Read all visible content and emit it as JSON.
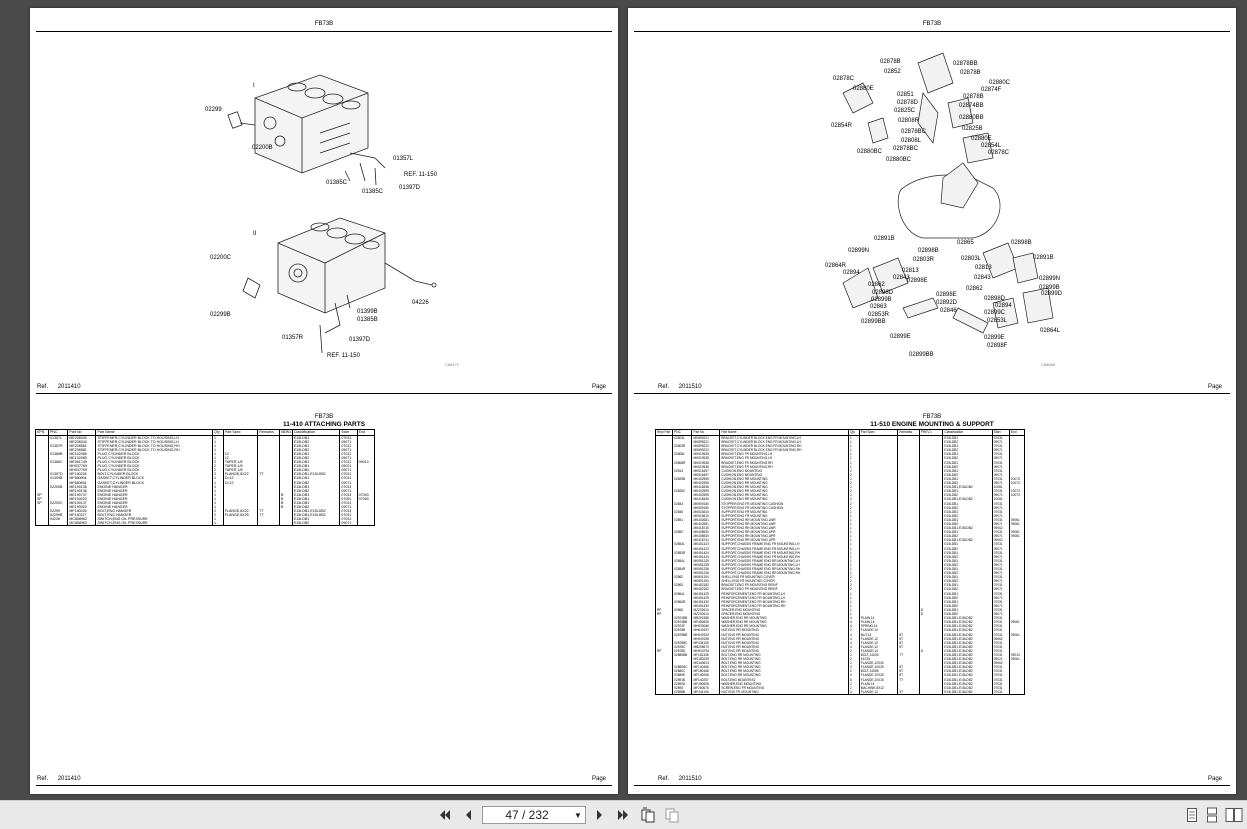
{
  "toolbar": {
    "page_indicator": "47 / 232"
  },
  "left_page": {
    "model": "FB73B",
    "ref_label": "Ref.",
    "ref_value": "2011410",
    "page_label": "Page",
    "diagram_labels": [
      "I",
      "II",
      "02299",
      "02200B",
      "01357L",
      "REF. 11-150",
      "01385C",
      "01385C",
      "01397D",
      "02200C",
      "04226",
      "02299B",
      "01399B",
      "01385B",
      "01357R",
      "01397D",
      "REF. 11-150",
      "C66171"
    ],
    "section_title": "11-410 ATTACHING PARTS",
    "columns": [
      "EPN",
      "PNC",
      "Part No",
      "Part Name",
      "Qty",
      "Part Spec",
      "Remarks",
      "NEW1",
      "Classification",
      "Start",
      "End"
    ],
    "rows": [
      [
        "",
        "01357L",
        "ME208340",
        "STIFFENER,CYLINDER BLOCK TO HOUSING,LH",
        "1",
        "",
        "",
        "",
        "E15LDB1",
        "07031",
        ""
      ],
      [
        "",
        "",
        "ME208340",
        "STIFFENER,CYLINDER BLOCK TO HOUSING,LH",
        "1",
        "",
        "",
        "",
        "E15LDB2",
        "09071",
        ""
      ],
      [
        "",
        "01357R",
        "ME208581",
        "STIFFENER,CYLINDER BLOCK TO HOUSING,RH",
        "1",
        "",
        "",
        "",
        "E15LDB1",
        "07031",
        ""
      ],
      [
        "",
        "",
        "ME208581",
        "STIFFENER,CYLINDER BLOCK TO HOUSING,RH",
        "1",
        "",
        "",
        "",
        "E15LDB2",
        "09071",
        ""
      ],
      [
        "",
        "01385B",
        "ME102085",
        "PLUG,CYLINDER BLOCK",
        "1",
        "12",
        "",
        "",
        "E15LDB1",
        "07031",
        ""
      ],
      [
        "",
        "",
        "ME102085",
        "PLUG,CYLINDER BLOCK",
        "1",
        "12",
        "",
        "",
        "E15LDB2",
        "09071",
        ""
      ],
      [
        "",
        "01385C",
        "ME061749",
        "PLUG,CYLINDER BLOCK",
        "2",
        "TAPER,1/8",
        "",
        "",
        "E15LDB1",
        "07031",
        "09013"
      ],
      [
        "",
        "",
        "MH037769",
        "PLUG,CYLINDER BLOCK",
        "2",
        "TAPER,1/8",
        "",
        "",
        "E15LDB1",
        "09021",
        ""
      ],
      [
        "",
        "",
        "MH037769",
        "PLUG,CYLINDER BLOCK",
        "2",
        "TAPER,1/8",
        "",
        "",
        "E15LDB2",
        "09071",
        ""
      ],
      [
        "",
        "01397D",
        "MF140228",
        "BOLT,CYLINDER BLOCK",
        "2",
        "FLANGE,8X22",
        "7T",
        "",
        "E15LDB1,E15LDB2",
        "07031",
        ""
      ],
      [
        "",
        "01399B",
        "MF660894",
        "GASKET,CYLINDER BLOCK",
        "1",
        "D=12",
        "",
        "",
        "E15LDB1",
        "07031",
        ""
      ],
      [
        "",
        "",
        "MF660894",
        "GASKET,CYLINDER BLOCK",
        "1",
        "D=12",
        "",
        "",
        "E15LDB2",
        "09071",
        ""
      ],
      [
        "",
        "02200B",
        "ME190136",
        "ENGINE HANGER",
        "1",
        "",
        "",
        "",
        "E15LDB1",
        "07031",
        ""
      ],
      [
        "",
        "",
        "ME190136",
        "ENGINE HANGER",
        "1",
        "",
        "",
        "",
        "E15LDB2",
        "09071",
        ""
      ],
      [
        "SP",
        "",
        "ME190747",
        "ENGINE HANGER",
        "1",
        "",
        "",
        "B",
        "E15LDB1",
        "07031",
        "07043"
      ],
      [
        "SP",
        "",
        "ME194020",
        "ENGINE HANGER",
        "1",
        "",
        "",
        "B",
        "E15LDB1",
        "07051",
        "07063"
      ],
      [
        "SP",
        "02200C",
        "ME190137",
        "ENGINE HANGER",
        "1",
        "",
        "",
        "B",
        "E15LDB1",
        "07031",
        ""
      ],
      [
        "",
        "",
        "ME190020",
        "ENGINE HANGER",
        "1",
        "",
        "",
        "B",
        "E15LDB2",
        "09071",
        ""
      ],
      [
        "",
        "02299",
        "MF140226",
        "BOLT,ENG HANGER",
        "2",
        "FLANGE,8X22",
        "7T",
        "",
        "E15LDB1,E15LDB2",
        "07031",
        ""
      ],
      [
        "",
        "02299B",
        "MF140227",
        "BOLT,ENG HANGER",
        "2",
        "FLANGE,8X25",
        "7T",
        "",
        "E15LDB1,E15LDB2",
        "07031",
        ""
      ],
      [
        "",
        "04226",
        "MC858962",
        "SWITCH,ENG OIL PRESSURE",
        "1",
        "",
        "",
        "",
        "E15LDB1",
        "07031",
        ""
      ],
      [
        "",
        "",
        "MC858962",
        "SWITCH,ENG OIL PRESSURE",
        "1",
        "",
        "",
        "",
        "E15LDB2",
        "09071",
        ""
      ]
    ]
  },
  "right_page": {
    "model": "FB73B",
    "ref_label": "Ref.",
    "ref_value": "2011510",
    "page_label": "Page",
    "diagram_labels": [
      "02878B",
      "02878BB",
      "02852",
      "02878B",
      "02878C",
      "02880C",
      "02880E",
      "02874F",
      "02851",
      "02878B",
      "02878D",
      "02874BB",
      "02825C",
      "02880BB",
      "02808R",
      "02854R",
      "02825B",
      "02878BC",
      "02880E",
      "02808L",
      "02854L",
      "02880BC",
      "02878BC",
      "02878C",
      "02880BC",
      "02891B",
      "02865",
      "02898B",
      "02899N",
      "02898B",
      "02891B",
      "02864R",
      "02803R",
      "02803L",
      "02894",
      "02813",
      "02813",
      "02843",
      "02843",
      "02862",
      "02899N",
      "02898E",
      "02899B",
      "02898D",
      "02862",
      "02899D",
      "02899B",
      "02898E",
      "02898D",
      "02863",
      "02892D",
      "02894",
      "02846",
      "02899C",
      "02853R",
      "02853L",
      "02899BB",
      "02864L",
      "02899E",
      "02899E",
      "02898F",
      "02899BB",
      "C86665"
    ],
    "section_title": "11-510 ENGINE MOUNTING & SUPPORT",
    "columns": [
      "Repl Part",
      "PNC",
      "Part No",
      "Part Name",
      "Qty",
      "Part Spec",
      "Remarks",
      "PREV.1",
      "Classification",
      "Start",
      "End"
    ],
    "rows": [
      [
        "",
        "02803L",
        "MK899221",
        "BRACKET,CYLINDER BLOCK ENG FR MOUNTING,LH",
        "1",
        "",
        "",
        "",
        "E15LDB1",
        "07031",
        ""
      ],
      [
        "",
        "",
        "MK899221",
        "BRACKET,CYLINDER BLOCK ENG FR MOUNTING,LH",
        "1",
        "",
        "",
        "",
        "E15LDB2",
        "09071",
        ""
      ],
      [
        "",
        "02803R",
        "MK899222",
        "BRACKET,CYLINDER BLOCK ENG FR MOUNTING,RH",
        "1",
        "",
        "",
        "",
        "E15LDB1",
        "07031",
        ""
      ],
      [
        "",
        "",
        "MK899222",
        "BRACKET,CYLINDER BLOCK ENG FR MOUNTING,RH",
        "1",
        "",
        "",
        "",
        "E15LDB2",
        "09071",
        ""
      ],
      [
        "",
        "02808L",
        "MK519535",
        "BRACKET,ENG FR MOUNTING,LH",
        "1",
        "",
        "",
        "",
        "E15LDB1",
        "07031",
        ""
      ],
      [
        "",
        "",
        "MK519535",
        "BRACKET,ENG FR MOUNTING,LH",
        "1",
        "",
        "",
        "",
        "E15LDB2",
        "09071",
        ""
      ],
      [
        "",
        "02808R",
        "MK519536",
        "BRACKET,ENG FR MOUNTING,RH",
        "1",
        "",
        "",
        "",
        "E15LDB1",
        "07031",
        ""
      ],
      [
        "",
        "",
        "MK519536",
        "BRACKET,ENG FR MOUNTING,RH",
        "1",
        "",
        "",
        "",
        "E15LDB2",
        "09071",
        ""
      ],
      [
        "",
        "02813",
        "MK516497",
        "CUSHION,ENG MOUNTING",
        "2",
        "",
        "",
        "",
        "E15LDB1",
        "07031",
        ""
      ],
      [
        "",
        "",
        "MK516497",
        "CUSHION,ENG MOUNTING",
        "2",
        "",
        "",
        "",
        "E15LDB2",
        "09071",
        ""
      ],
      [
        "",
        "02825B",
        "MK402595",
        "CUSHION,ENG RR MOUNTING",
        "2",
        "",
        "",
        "",
        "E15LDB1",
        "07031",
        "10073"
      ],
      [
        "",
        "",
        "MK402595",
        "CUSHION,ENG RR MOUNTING",
        "2",
        "",
        "",
        "",
        "E15LDB2",
        "09071",
        "10073"
      ],
      [
        "",
        "",
        "MK418436",
        "CUSHION,ENG RR MOUNTING",
        "2",
        "",
        "",
        "",
        "E15LDB1,E15LDB2",
        "10081",
        ""
      ],
      [
        "",
        "02825C",
        "MK402595",
        "CUSHION,ENG RR MOUNTING",
        "2",
        "",
        "",
        "",
        "E15LDB1",
        "07031",
        "10073"
      ],
      [
        "",
        "",
        "MK402595",
        "CUSHION,ENG RR MOUNTING",
        "2",
        "",
        "",
        "",
        "E15LDB2",
        "09071",
        "10073"
      ],
      [
        "",
        "",
        "MK418436",
        "CUSHION,ENG RR MOUNTING",
        "2",
        "",
        "",
        "",
        "E15LDB1,E15LDB2",
        "10081",
        ""
      ],
      [
        "",
        "02843",
        "MK509180",
        "STOPPER,ENG FR MOUNTING CUSHION",
        "2",
        "",
        "",
        "",
        "E15LDB1",
        "07031",
        ""
      ],
      [
        "",
        "",
        "MK509180",
        "STOPPER,ENG FR MOUNTING CUSHION",
        "2",
        "",
        "",
        "",
        "E15LDB2",
        "09071",
        ""
      ],
      [
        "",
        "02846",
        "MK516510",
        "SUPPORT,ENG FR MOUNTING",
        "1",
        "",
        "",
        "",
        "E15LDB1",
        "07031",
        ""
      ],
      [
        "",
        "",
        "MK516510",
        "SUPPORT,ENG FR MOUNTING",
        "1",
        "",
        "",
        "",
        "E15LDB2",
        "09071",
        ""
      ],
      [
        "",
        "02851",
        "MK402681",
        "SUPPORT,ENG RR MOUNTING,LWR",
        "1",
        "",
        "",
        "",
        "E15LDB1",
        "07031",
        "09061"
      ],
      [
        "",
        "",
        "MK402681",
        "SUPPORT,ENG RR MOUNTING,LWR",
        "1",
        "",
        "",
        "",
        "E15LDB2",
        "09071",
        "09061"
      ],
      [
        "",
        "",
        "MK418730",
        "SUPPORT,ENG RR MOUNTING,LWR",
        "1",
        "",
        "",
        "",
        "E15LDB1,E15LDB2",
        "09062",
        ""
      ],
      [
        "",
        "02852",
        "MK408530",
        "SUPPORT,ENG RR MOUNTING,UPR",
        "1",
        "",
        "",
        "",
        "E15LDB1",
        "07031",
        "09061"
      ],
      [
        "",
        "",
        "MK408530",
        "SUPPORT,ENG RR MOUNTING,UPR",
        "1",
        "",
        "",
        "",
        "E15LDB2",
        "09071",
        "09061"
      ],
      [
        "",
        "",
        "MK418741",
        "SUPPORT,ENG RR MOUNTING,UPR",
        "1",
        "",
        "",
        "",
        "E15LDB1,E15LDB2",
        "09062",
        ""
      ],
      [
        "",
        "02853L",
        "MK451423",
        "SUPPORT,CHASSIS FRAME ENG FR MOUNTING,LH",
        "1",
        "",
        "",
        "",
        "E15LDB1",
        "07031",
        ""
      ],
      [
        "",
        "",
        "MK451423",
        "SUPPORT,CHASSIS FRAME ENG FR MOUNTING,LH",
        "1",
        "",
        "",
        "",
        "E15LDB2",
        "09071",
        ""
      ],
      [
        "",
        "02853R",
        "MK451424",
        "SUPPORT,CHASSIS FRAME ENG FR MOUNTING,RH",
        "1",
        "",
        "",
        "",
        "E15LDB1",
        "07031",
        ""
      ],
      [
        "",
        "",
        "MK451424",
        "SUPPORT,CHASSIS FRAME ENG FR MOUNTING,RH",
        "1",
        "",
        "",
        "",
        "E15LDB2",
        "09071",
        ""
      ],
      [
        "",
        "02854L",
        "MK551235",
        "SUPPORT,CHASSIS FRAME ENG RR MOUNTING,LH",
        "1",
        "",
        "",
        "",
        "E15LDB1",
        "07031",
        ""
      ],
      [
        "",
        "",
        "MK551235",
        "SUPPORT,CHASSIS FRAME ENG RR MOUNTING,LH",
        "1",
        "",
        "",
        "",
        "E15LDB2",
        "09071",
        ""
      ],
      [
        "",
        "02854R",
        "MK551236",
        "SUPPORT,CHASSIS FRAME ENG RR MOUNTING,RH",
        "1",
        "",
        "",
        "",
        "E15LDB1",
        "07031",
        ""
      ],
      [
        "",
        "",
        "MK551236",
        "SUPPORT,CHASSIS FRAME ENG RR MOUNTING,RH",
        "1",
        "",
        "",
        "",
        "E15LDB2",
        "09071",
        ""
      ],
      [
        "",
        "02862",
        "MK801194",
        "SHELL,ENG FR MOUNTING COVER",
        "2",
        "",
        "",
        "",
        "E15LDB1",
        "07031",
        ""
      ],
      [
        "",
        "",
        "MK801194",
        "SHELL,ENG FR MOUNTING COVER",
        "2",
        "",
        "",
        "",
        "E15LDB2",
        "09071",
        ""
      ],
      [
        "",
        "02863",
        "MK452182",
        "BRACKET,ENG FR MOUNTING REINF",
        "2",
        "",
        "",
        "",
        "E15LDB1",
        "07031",
        ""
      ],
      [
        "",
        "",
        "MK452182",
        "BRACKET,ENG FR MOUNTING REINF",
        "2",
        "",
        "",
        "",
        "E15LDB2",
        "09071",
        ""
      ],
      [
        "",
        "02864L",
        "MK451429",
        "REINFORCEMENT,ENG FR MOUNTING,LH",
        "1",
        "",
        "",
        "",
        "E15LDB1",
        "07031",
        ""
      ],
      [
        "",
        "",
        "MK451429",
        "REINFORCEMENT,ENG FR MOUNTING,LH",
        "1",
        "",
        "",
        "",
        "E15LDB2",
        "09071",
        ""
      ],
      [
        "",
        "02864R",
        "MK451430",
        "REINFORCEMENT,ENG FR MOUNTING,RH",
        "1",
        "",
        "",
        "",
        "E15LDB1",
        "07031",
        ""
      ],
      [
        "",
        "",
        "MK451430",
        "REINFORCEMENT,ENG FR MOUNTING,RH",
        "1",
        "",
        "",
        "",
        "E15LDB2",
        "09071",
        ""
      ],
      [
        "RP",
        "02865",
        "MZ202610",
        "SPACER,ENG MOUNTING",
        "1",
        "",
        "",
        "D",
        "E15LDB1",
        "07031",
        ""
      ],
      [
        "RP",
        "",
        "MZ202610",
        "SPACER,ENG MOUNTING",
        "1",
        "",
        "",
        "D",
        "E15LDB2",
        "09071",
        ""
      ],
      [
        "",
        "02874BB",
        "MB201986",
        "WASHER,ENG RR MOUNTING",
        "4",
        "PLAIN,14",
        "",
        "",
        "E15LDB1,E15LDB2",
        "07031",
        ""
      ],
      [
        "",
        "02874BB",
        "MF450608",
        "WASHER,ENG RR MOUNTING",
        "4",
        "PLAIN,14",
        "",
        "",
        "E15LDB1,E15LDB2",
        "07031",
        "09061"
      ],
      [
        "",
        "02874F",
        "MH008040",
        "WASHER,ENG RR MOUNTING",
        "4",
        "SPRING,14",
        "",
        "",
        "E15LDB1,E15LDB2",
        "07031",
        ""
      ],
      [
        "",
        "02878B",
        "MH049197",
        "NUT,ENG RR MOUNTING",
        "2",
        "FLANGE,14",
        "",
        "",
        "E15LDB1,E15LDB2",
        "07031",
        ""
      ],
      [
        "",
        "02878BB",
        "MH049192",
        "NUT,ENG RR MOUNTING",
        "4",
        "NUT,14",
        "8T",
        "",
        "E15LDB1,E15LDB2",
        "07031",
        "09061"
      ],
      [
        "",
        "",
        "MH049196",
        "NUT,ENG RR MOUNTING",
        "4",
        "FLANGE,12",
        "8T",
        "",
        "E15LDB1,E15LDB2",
        "09062",
        ""
      ],
      [
        "",
        "02878BC",
        "MF434105",
        "NUT,ENG RR MOUNTING",
        "4",
        "FLANGE,10",
        "8T",
        "",
        "E15LDB1,E15LDB2",
        "07031",
        ""
      ],
      [
        "",
        "02878C",
        "MB208570",
        "NUT,ENG RR MOUNTING",
        "4",
        "FLANGE,12",
        "8T",
        "",
        "E15LDB1,E15LDB2",
        "07031",
        ""
      ],
      [
        "RP",
        "02878D",
        "MH004794",
        "NUT,ENG RR MOUNTING",
        "2",
        "FLANGE,14",
        "",
        "D",
        "E15LDB1,E15LDB2",
        "07031",
        ""
      ],
      [
        "",
        "02880BB",
        "MF181348",
        "BOLT,ENG RR MOUNTING",
        "2",
        "BOLT,14X30",
        "7T",
        "",
        "E15LDB1,E15LDB2",
        "07031",
        "09013"
      ],
      [
        "",
        "",
        "MS180249",
        "BOLT,ENG RR MOUNTING",
        "2",
        "14X35",
        "",
        "",
        "E15LDB1,E15LDB2",
        "09021",
        "09061"
      ],
      [
        "",
        "",
        "MS160623",
        "BOLT,ENG RR MOUNTING",
        "2",
        "FLANGE,12X30",
        "",
        "",
        "E15LDB1,E15LDB2",
        "09062",
        ""
      ],
      [
        "",
        "02880BC",
        "MF140468",
        "BOLT,ENG RR MOUNTING",
        "4",
        "FLANGE,10X25",
        "8T",
        "",
        "E15LDB1,E15LDB2",
        "07031",
        ""
      ],
      [
        "",
        "02880C",
        "MF180168",
        "BOLT,ENG RR MOUNTING",
        "2",
        "BOLT,14X85",
        "8T",
        "",
        "E15LDB1,E15LDB2",
        "07031",
        ""
      ],
      [
        "",
        "02880E",
        "MF140268",
        "BOLT,ENG RR MOUNTING",
        "4",
        "FLANGE,10X25",
        "8T",
        "",
        "E15LDB1,E15LDB2",
        "07031",
        ""
      ],
      [
        "",
        "02891B",
        "MF140257",
        "BOLT,ENG MOUNTING",
        "6",
        "FLANGE,10X16",
        "7T",
        "",
        "E15LDB1,E15LDB2",
        "07031",
        ""
      ],
      [
        "",
        "02892D",
        "MF450608",
        "WASHER,ENG MOUNTING",
        "2",
        "PLAIN,14",
        "",
        "",
        "E15LDB1,E15LDB2",
        "07031",
        ""
      ],
      [
        "",
        "02894",
        "MF260675",
        "SCREW,ENG FR MOUNTING",
        "2",
        "MACHINE,6X12",
        "",
        "",
        "E15LDB1,E15LDB2",
        "07031",
        ""
      ],
      [
        "",
        "02898B",
        "MF434106",
        "NUT,ENG FR MOUNTING",
        "4",
        "FLANGE,12",
        "4T",
        "",
        "E15LDB1,E15LDB2",
        "07031",
        ""
      ]
    ]
  }
}
